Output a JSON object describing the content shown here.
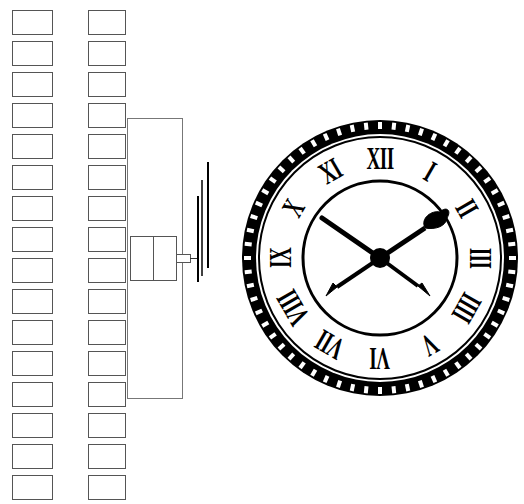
{
  "diagram": {
    "labels": [
      "XII",
      "I",
      "II",
      "III",
      "IIII",
      "V",
      "VI",
      "VII",
      "VIII",
      "IX",
      "X",
      "XI"
    ]
  }
}
